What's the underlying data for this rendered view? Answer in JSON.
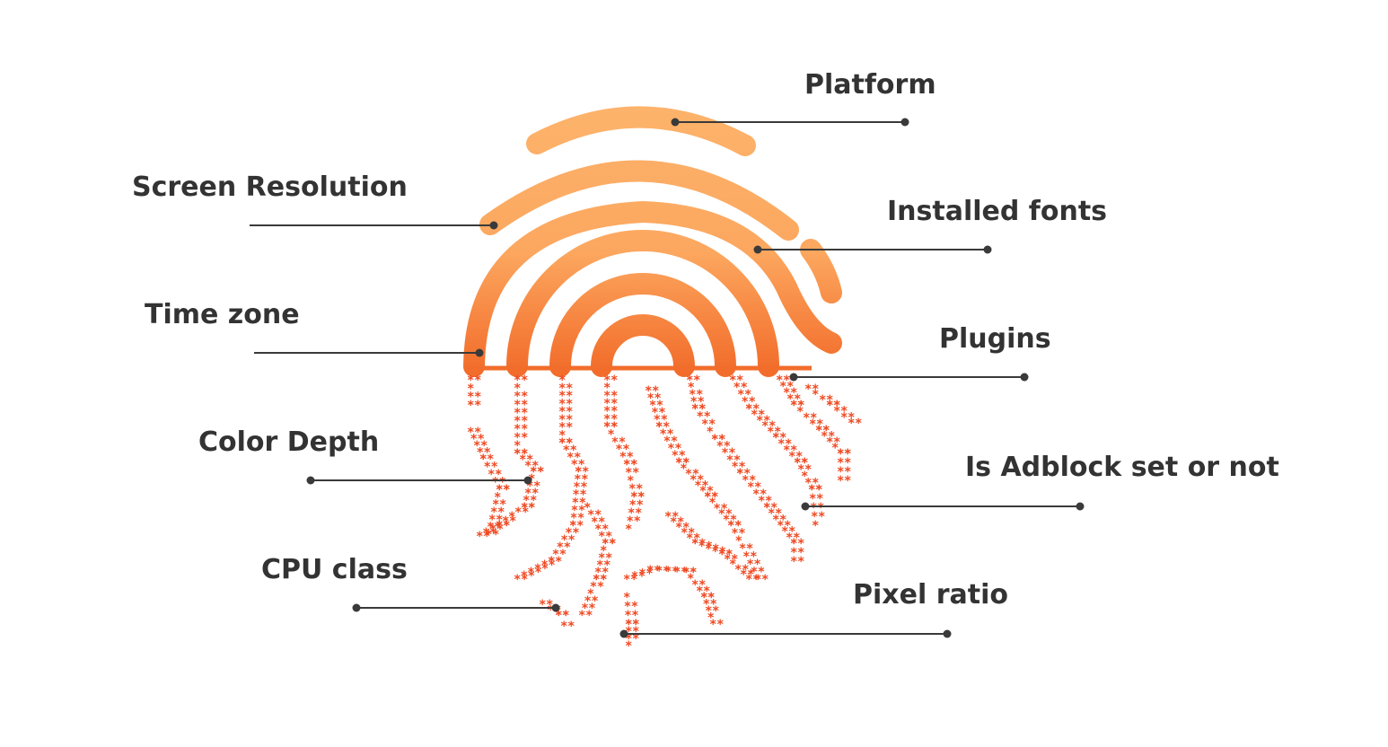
{
  "labels": {
    "platform": "Platform",
    "screen_resolution": "Screen Resolution",
    "installed_fonts": "Installed fonts",
    "time_zone": "Time zone",
    "plugins": "Plugins",
    "color_depth": "Color Depth",
    "adblock": "Is Adblock set or not",
    "cpu_class": "CPU class",
    "pixel_ratio": "Pixel ratio"
  },
  "colors": {
    "text": "#333333",
    "leader_line": "#3a3a3a",
    "ridge_light": "#fdb36b",
    "ridge_dark": "#f26d2b",
    "binary_dots": "#ef4a23"
  }
}
